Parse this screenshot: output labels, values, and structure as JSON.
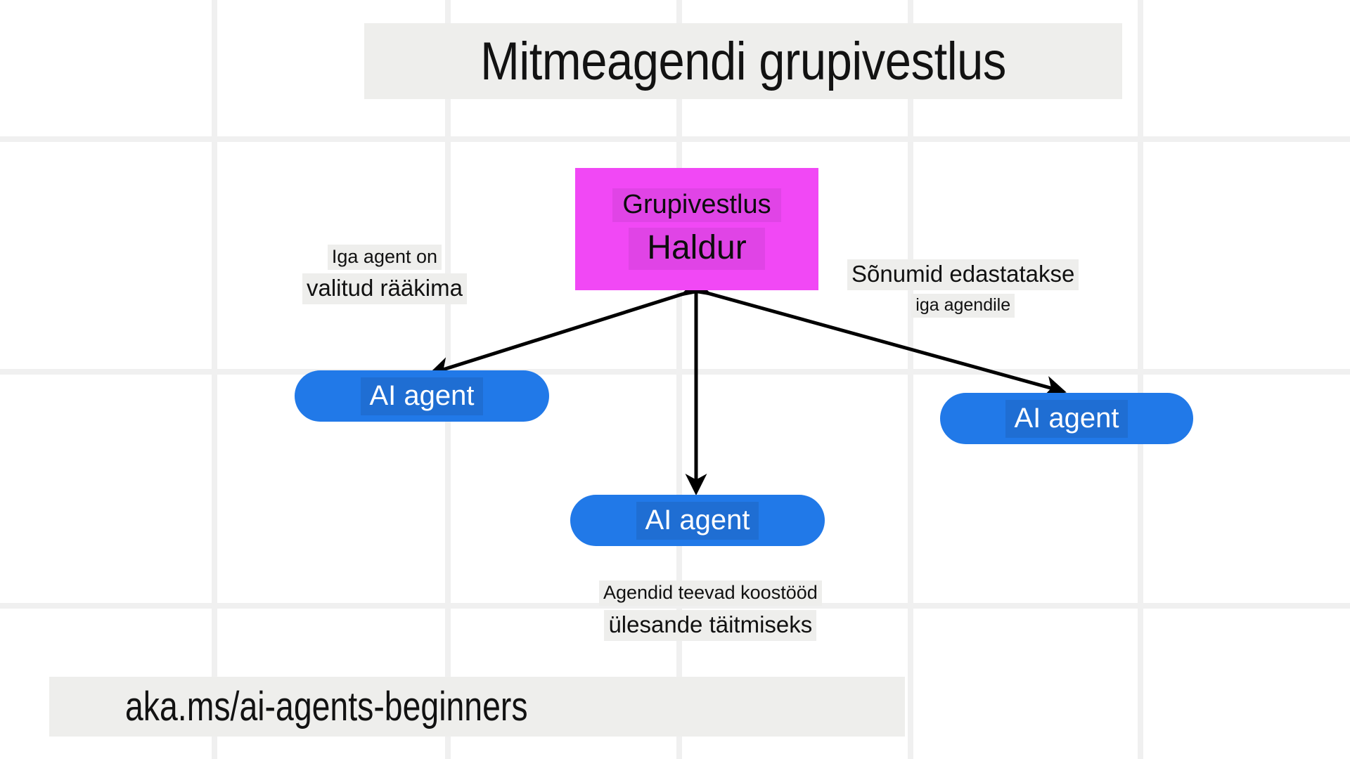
{
  "page": {
    "title": "Mitmeagendi grupivestlus",
    "footer_link": "aka.ms/ai-agents-beginners",
    "background_color": "#ffffff",
    "grid_color": "#f0f0f0",
    "highlight_color": "#eeeeec"
  },
  "manager": {
    "line1": "Grupivestlus",
    "line2": "Haldur",
    "fill_color": "#f148f5",
    "text_highlight_color": "#e044e6"
  },
  "agents": [
    {
      "label": "AI agent",
      "position": "left",
      "fill_color": "#2179e8",
      "text_highlight_color": "#1f6ed3"
    },
    {
      "label": "AI agent",
      "position": "bottom",
      "fill_color": "#2179e8",
      "text_highlight_color": "#1f6ed3"
    },
    {
      "label": "AI agent",
      "position": "right",
      "fill_color": "#2179e8",
      "text_highlight_color": "#1f6ed3"
    }
  ],
  "annotations": {
    "left": {
      "line1": "Iga agent on",
      "line2": "valitud rääkima"
    },
    "right": {
      "line1": "Sõnumid edastatakse",
      "line2": "iga agendile"
    },
    "bottom": {
      "line1": "Agendid teevad koostööd",
      "line2": "ülesande täitmiseks"
    }
  },
  "connectors": [
    {
      "name": "manager-to-left-agent",
      "style": "double-headed-arrow",
      "color": "#000000"
    },
    {
      "name": "manager-to-bottom-agent",
      "style": "double-headed-arrow",
      "color": "#000000"
    },
    {
      "name": "manager-to-right-agent",
      "style": "double-headed-arrow",
      "color": "#000000"
    }
  ],
  "grid": {
    "vertical_x": [
      301,
      633,
      962,
      1291,
      1618
    ],
    "horizontal_y": [
      194,
      525,
      858
    ]
  }
}
